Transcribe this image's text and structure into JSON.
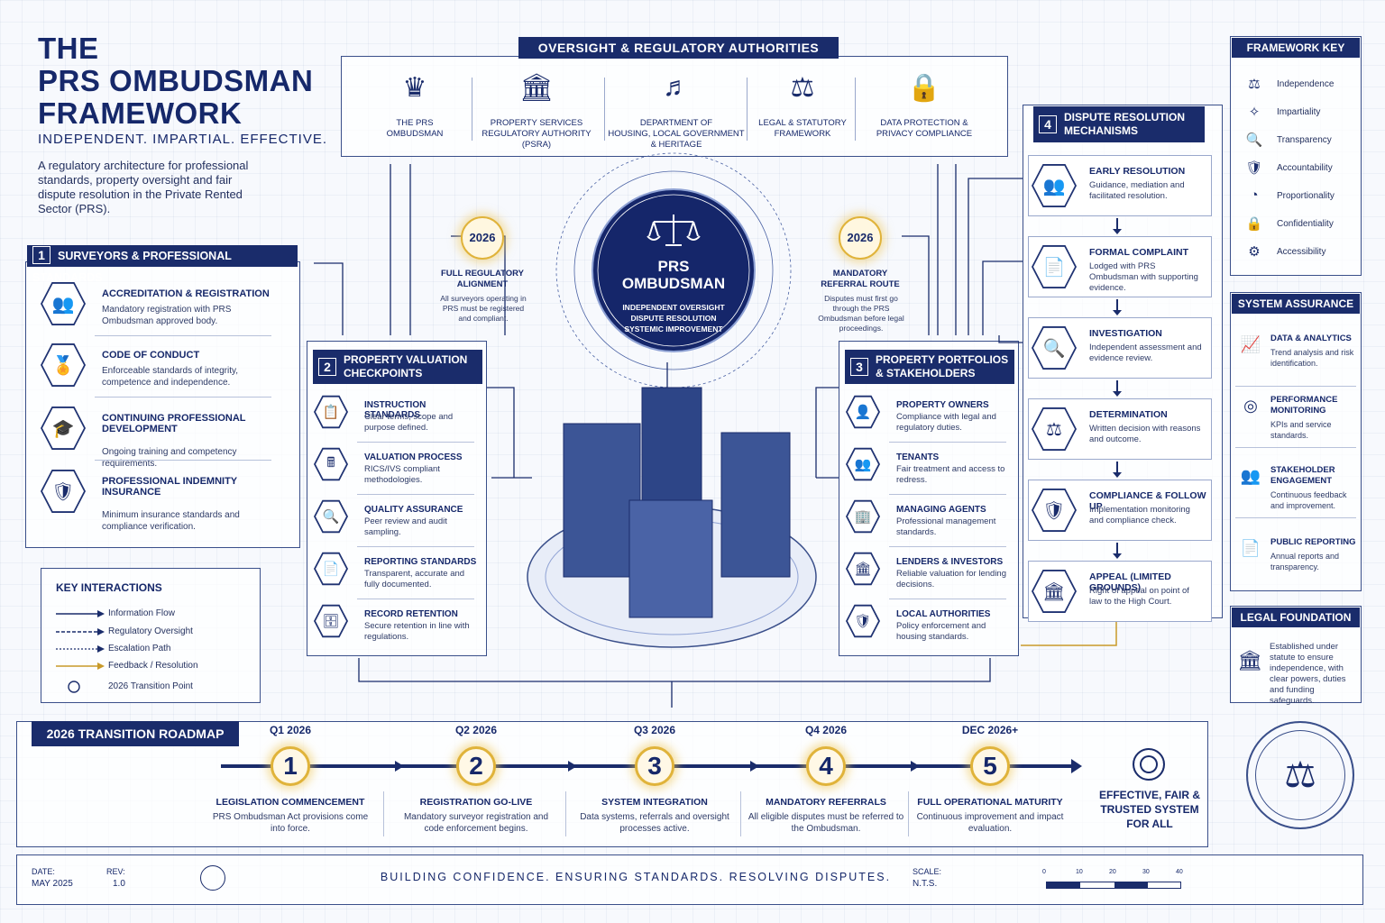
{
  "title": {
    "line1": "THE",
    "line2": "PRS OMBUDSMAN",
    "line3": "FRAMEWORK",
    "tagline": "INDEPENDENT. IMPARTIAL. EFFECTIVE.",
    "description": "A regulatory architecture for professional standards, property oversight and fair dispute resolution in the Private Rented Sector (PRS)."
  },
  "oversight": {
    "header": "OVERSIGHT & REGULATORY AUTHORITIES",
    "items": [
      {
        "label": "THE PRS\nOMBUDSMAN",
        "icon": "crest-icon"
      },
      {
        "label": "PROPERTY SERVICES\nREGULATORY AUTHORITY\n(PSRA)",
        "icon": "building-icon"
      },
      {
        "label": "DEPARTMENT OF\nHOUSING, LOCAL GOVERNMENT\n& HERITAGE",
        "icon": "harp-icon"
      },
      {
        "label": "LEGAL & STATUTORY\nFRAMEWORK",
        "icon": "scales-icon"
      },
      {
        "label": "DATA PROTECTION &\nPRIVACY COMPLIANCE",
        "icon": "shield-lock-icon"
      }
    ]
  },
  "section1": {
    "number": "1",
    "header": "SURVEYORS & PROFESSIONAL STANDARDS",
    "items": [
      {
        "title": "ACCREDITATION & REGISTRATION",
        "desc": "Mandatory registration with PRS Ombudsman approved body.",
        "icon": "👥"
      },
      {
        "title": "CODE OF CONDUCT",
        "desc": "Enforceable standards of integrity, competence and independence.",
        "icon": "🏅"
      },
      {
        "title": "CONTINUING PROFESSIONAL DEVELOPMENT",
        "desc": "Ongoing training and competency requirements.",
        "icon": "🎓"
      },
      {
        "title": "PROFESSIONAL INDEMNITY INSURANCE",
        "desc": "Minimum insurance standards and compliance verification.",
        "icon": "🛡"
      }
    ]
  },
  "section2": {
    "number": "2",
    "header": "PROPERTY VALUATION\nCHECKPOINTS",
    "items": [
      {
        "title": "INSTRUCTION STANDARDS",
        "desc": "Clear terms, scope and purpose defined.",
        "icon": "📋"
      },
      {
        "title": "VALUATION PROCESS",
        "desc": "RICS/IVS compliant methodologies.",
        "icon": "🖩"
      },
      {
        "title": "QUALITY ASSURANCE",
        "desc": "Peer review and audit sampling.",
        "icon": "🔍"
      },
      {
        "title": "REPORTING STANDARDS",
        "desc": "Transparent, accurate and fully documented.",
        "icon": "📄"
      },
      {
        "title": "RECORD RETENTION",
        "desc": "Secure retention in line with regulations.",
        "icon": "🗄"
      }
    ]
  },
  "section3": {
    "number": "3",
    "header": "PROPERTY PORTFOLIOS\n& STAKEHOLDERS",
    "items": [
      {
        "title": "PROPERTY OWNERS",
        "desc": "Compliance with legal and regulatory duties.",
        "icon": "👤"
      },
      {
        "title": "TENANTS",
        "desc": "Fair treatment and access to redress.",
        "icon": "👥"
      },
      {
        "title": "MANAGING AGENTS",
        "desc": "Professional management standards.",
        "icon": "🏢"
      },
      {
        "title": "LENDERS & INVESTORS",
        "desc": "Reliable valuation for lending decisions.",
        "icon": "🏛"
      },
      {
        "title": "LOCAL AUTHORITIES",
        "desc": "Policy enforcement and housing standards.",
        "icon": "🛡"
      }
    ]
  },
  "section4": {
    "number": "4",
    "header": "DISPUTE RESOLUTION\nMECHANISMS",
    "items": [
      {
        "title": "EARLY RESOLUTION",
        "desc": "Guidance, mediation and facilitated resolution.",
        "icon": "👥"
      },
      {
        "title": "FORMAL COMPLAINT",
        "desc": "Lodged with PRS Ombudsman with supporting evidence.",
        "icon": "📄"
      },
      {
        "title": "INVESTIGATION",
        "desc": "Independent assessment and evidence review.",
        "icon": "🔍"
      },
      {
        "title": "DETERMINATION",
        "desc": "Written decision with reasons and outcome.",
        "icon": "⚖"
      },
      {
        "title": "COMPLIANCE & FOLLOW UP",
        "desc": "Implementation monitoring and compliance check.",
        "icon": "🛡"
      },
      {
        "title": "APPEAL (LIMITED GROUNDS)",
        "desc": "Right of appeal on point of law to the High Court.",
        "icon": "🏛"
      }
    ]
  },
  "center": {
    "title": "PRS\nOMBUDSMAN",
    "subtitle": "INDEPENDENT OVERSIGHT\nDISPUTE RESOLUTION\nSYSTEMIC IMPROVEMENT",
    "badge_left": {
      "year": "2026",
      "title": "FULL REGULATORY\nALIGNMENT",
      "desc": "All surveyors operating in PRS must be registered and compliant."
    },
    "badge_right": {
      "year": "2026",
      "title": "MANDATORY\nREFERRAL ROUTE",
      "desc": "Disputes must first go through the PRS Ombudsman before legal proceedings."
    }
  },
  "key_interactions": {
    "header": "KEY INTERACTIONS",
    "items": [
      "Information Flow",
      "Regulatory Oversight",
      "Escalation Path",
      "Feedback / Resolution",
      "2026 Transition Point"
    ]
  },
  "framework_key": {
    "header": "FRAMEWORK KEY",
    "items": [
      {
        "label": "Independence",
        "icon": "⚖"
      },
      {
        "label": "Impartiality",
        "icon": "✧"
      },
      {
        "label": "Transparency",
        "icon": "🔍"
      },
      {
        "label": "Accountability",
        "icon": "🛡"
      },
      {
        "label": "Proportionality",
        "icon": "◔"
      },
      {
        "label": "Confidentiality",
        "icon": "🔒"
      },
      {
        "label": "Accessibility",
        "icon": "⚙"
      }
    ]
  },
  "system_assurance": {
    "header": "SYSTEM ASSURANCE",
    "items": [
      {
        "title": "DATA & ANALYTICS",
        "desc": "Trend analysis and risk identification.",
        "icon": "📈"
      },
      {
        "title": "PERFORMANCE\nMONITORING",
        "desc": "KPIs and service standards.",
        "icon": "◎"
      },
      {
        "title": "STAKEHOLDER\nENGAGEMENT",
        "desc": "Continuous feedback and improvement.",
        "icon": "👥"
      },
      {
        "title": "PUBLIC REPORTING",
        "desc": "Annual reports and transparency.",
        "icon": "📄"
      }
    ]
  },
  "legal_foundation": {
    "header": "LEGAL FOUNDATION",
    "desc": "Established under statute to ensure independence, with clear powers, duties and funding safeguards."
  },
  "roadmap": {
    "header": "2026 TRANSITION ROADMAP",
    "milestones": [
      {
        "quarter": "Q1 2026",
        "num": "1",
        "title": "LEGISLATION COMMENCEMENT",
        "desc": "PRS Ombudsman Act provisions come into force."
      },
      {
        "quarter": "Q2 2026",
        "num": "2",
        "title": "REGISTRATION GO-LIVE",
        "desc": "Mandatory surveyor registration and code enforcement begins."
      },
      {
        "quarter": "Q3 2026",
        "num": "3",
        "title": "SYSTEM INTEGRATION",
        "desc": "Data systems, referrals and oversight processes active."
      },
      {
        "quarter": "Q4 2026",
        "num": "4",
        "title": "MANDATORY REFERRALS",
        "desc": "All eligible disputes must be referred to the Ombudsman."
      },
      {
        "quarter": "DEC 2026+",
        "num": "5",
        "title": "FULL OPERATIONAL MATURITY",
        "desc": "Continuous improvement and impact evaluation."
      }
    ],
    "outcome": "EFFECTIVE, FAIR &\nTRUSTED SYSTEM\nFOR ALL"
  },
  "footer": {
    "date_label": "DATE:",
    "date_value": "MAY 2025",
    "rev_label": "REV:",
    "rev_value": "1.0",
    "slogan": "BUILDING CONFIDENCE. ENSURING STANDARDS. RESOLVING DISPUTES.",
    "scale_label": "SCALE:",
    "scale_value": "N.T.S.",
    "scale_ticks": [
      "0",
      "10",
      "20",
      "30",
      "40"
    ]
  },
  "colors": {
    "navy": "#1a2c6b",
    "gold": "#e0b33a",
    "line": "#3a4f8a"
  }
}
